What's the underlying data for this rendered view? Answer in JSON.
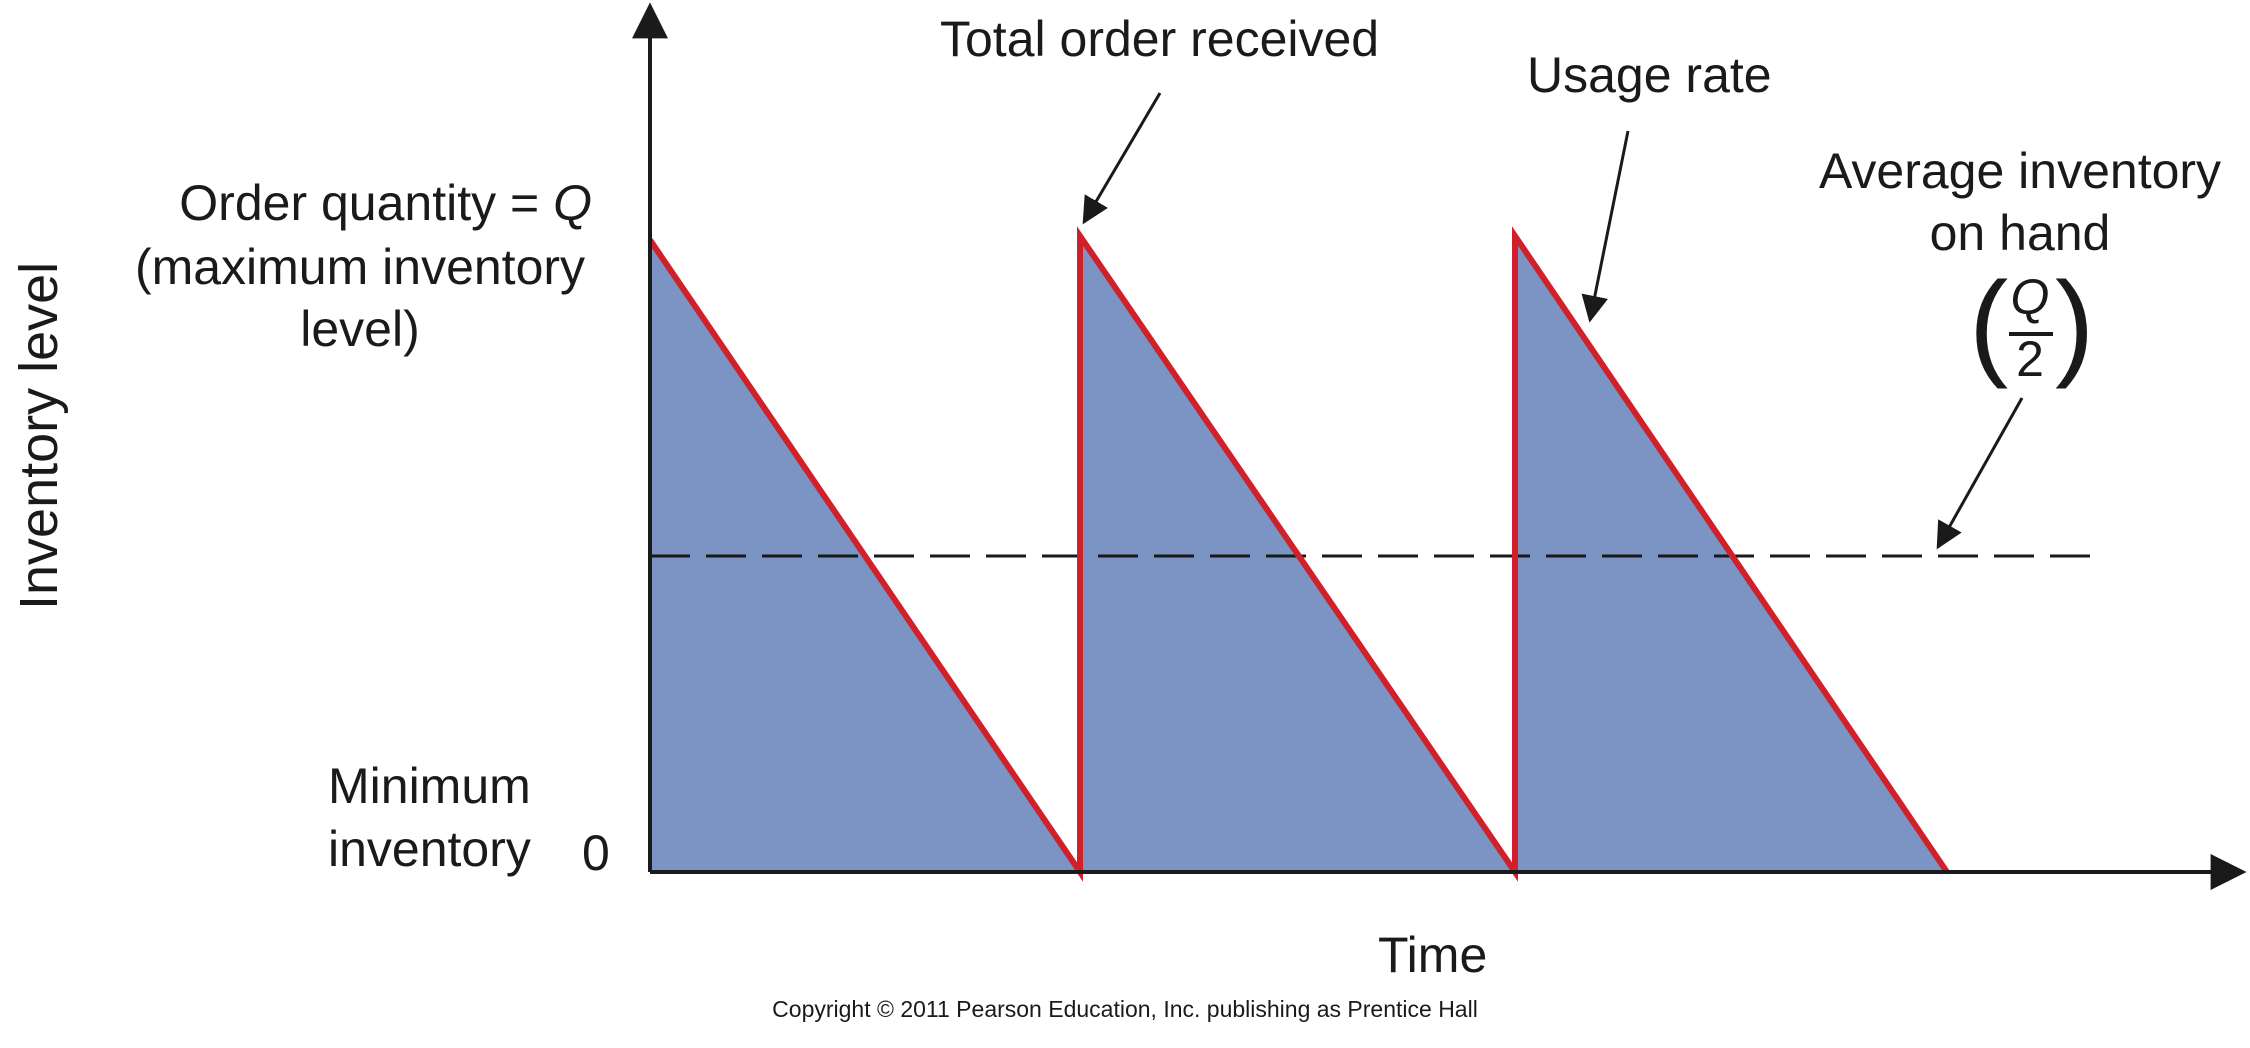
{
  "diagram": {
    "y_axis_label": "Inventory level",
    "x_axis_label": "Time",
    "order_quantity_label": {
      "line1_prefix": "Order quantity = ",
      "line1_var": "Q",
      "line2": "(maximum inventory",
      "line3": "level)"
    },
    "minimum_label": {
      "line1": "Minimum",
      "line2": "inventory"
    },
    "zero_label": "0",
    "total_order_label": "Total order received",
    "usage_rate_label": "Usage rate",
    "average_label": {
      "line1": "Average inventory",
      "line2": "on hand",
      "fraction_numerator": "Q",
      "fraction_denominator": "2"
    },
    "cycles": 3,
    "colors": {
      "fill": "#7b94c4",
      "edge": "#d0202a",
      "axis": "#1a1a1a",
      "dash": "#1a1a1a"
    }
  },
  "footer": {
    "copyright": "Copyright © 2011 Pearson Education, Inc. publishing as Prentice Hall"
  }
}
